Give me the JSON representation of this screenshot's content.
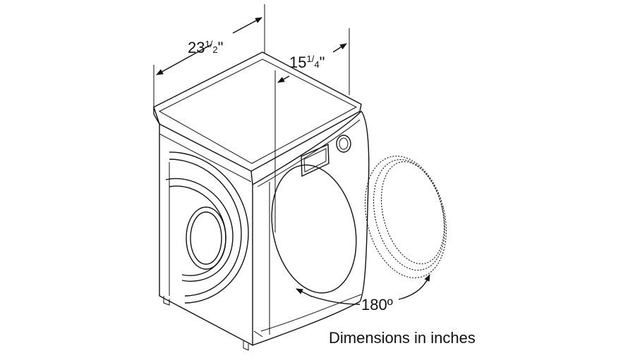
{
  "dimensions": {
    "width": {
      "whole": "23",
      "num": "1",
      "sep": "/",
      "den": "2",
      "unit": "\""
    },
    "depth": {
      "whole": "15",
      "num": "1",
      "sep": "/",
      "den": "4",
      "unit": "\""
    },
    "door_angle": "180º"
  },
  "caption": "Dimensions in inches"
}
